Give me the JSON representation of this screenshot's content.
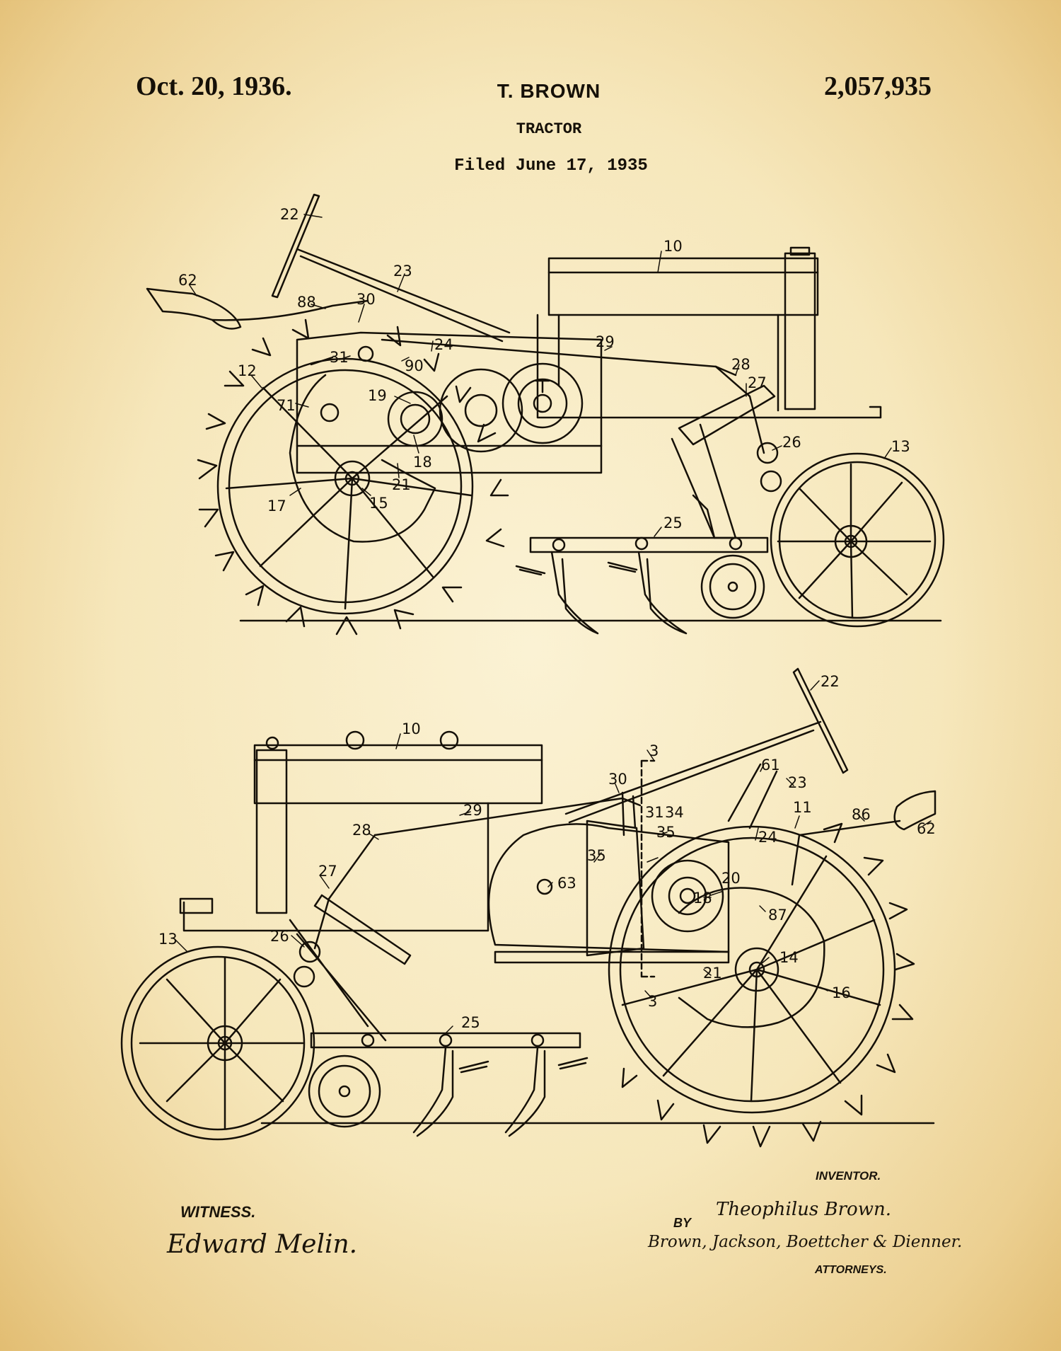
{
  "header": {
    "date": "Oct. 20, 1936.",
    "inventor": "T. BROWN",
    "patent_number": "2,057,935",
    "title": "TRACTOR",
    "filed": "Filed June 17, 1935"
  },
  "figure1": {
    "labels": {
      "l22": "22",
      "l62": "62",
      "l88": "88",
      "l30": "30",
      "l23": "23",
      "l10": "10",
      "l29": "29",
      "l24": "24",
      "l31": "31",
      "l90": "90",
      "l12": "12",
      "l71": "71",
      "l19": "19",
      "l18": "18",
      "l21": "21",
      "l17": "17",
      "l15": "15",
      "l28": "28",
      "l27": "27",
      "l26": "26",
      "l13": "13",
      "l25": "25"
    }
  },
  "figure2": {
    "labels": {
      "l22": "22",
      "l10": "10",
      "l3a": "3",
      "l61": "61",
      "l23": "23",
      "l30": "30",
      "l29": "29",
      "l31": "31",
      "l34": "34",
      "l11": "11",
      "l86": "86",
      "l62": "62",
      "l28": "28",
      "l35a": "35",
      "l35b": "35",
      "l24": "24",
      "l27": "27",
      "l63": "63",
      "l20": "20",
      "l18": "18",
      "l87": "87",
      "l13": "13",
      "l26": "26",
      "l14": "14",
      "l21": "21",
      "l3b": "3",
      "l16": "16",
      "l25": "25"
    }
  },
  "signatures": {
    "witness_label": "WITNESS.",
    "witness_signature": "Edward Melin.",
    "inventor_label": "INVENTOR.",
    "by_label": "BY",
    "inventor_signature": "Theophilus Brown.",
    "attorneys_signature": "Brown, Jackson, Boettcher & Dienner.",
    "attorneys_label": "ATTORNEYS."
  },
  "colors": {
    "paper": "#f6e7bb",
    "ink": "#151008"
  }
}
